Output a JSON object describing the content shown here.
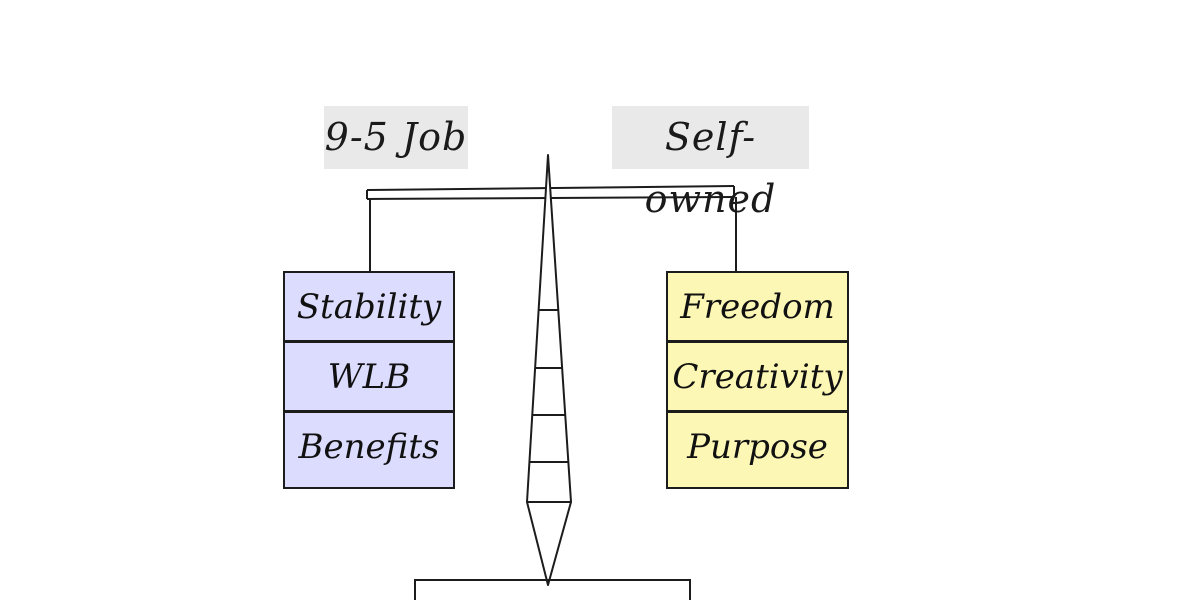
{
  "scale": {
    "left_option": "9-5 Job",
    "right_option": "Self-owned",
    "left_items": [
      "Stability",
      "WLB",
      "Benefits"
    ],
    "right_items": [
      "Freedom",
      "Creativity",
      "Purpose"
    ]
  },
  "colors": {
    "label_background": "#e9e9e9",
    "left_box_fill": "#dcdcff",
    "right_box_fill": "#fdf7b5",
    "stroke": "#1c1c1c"
  }
}
